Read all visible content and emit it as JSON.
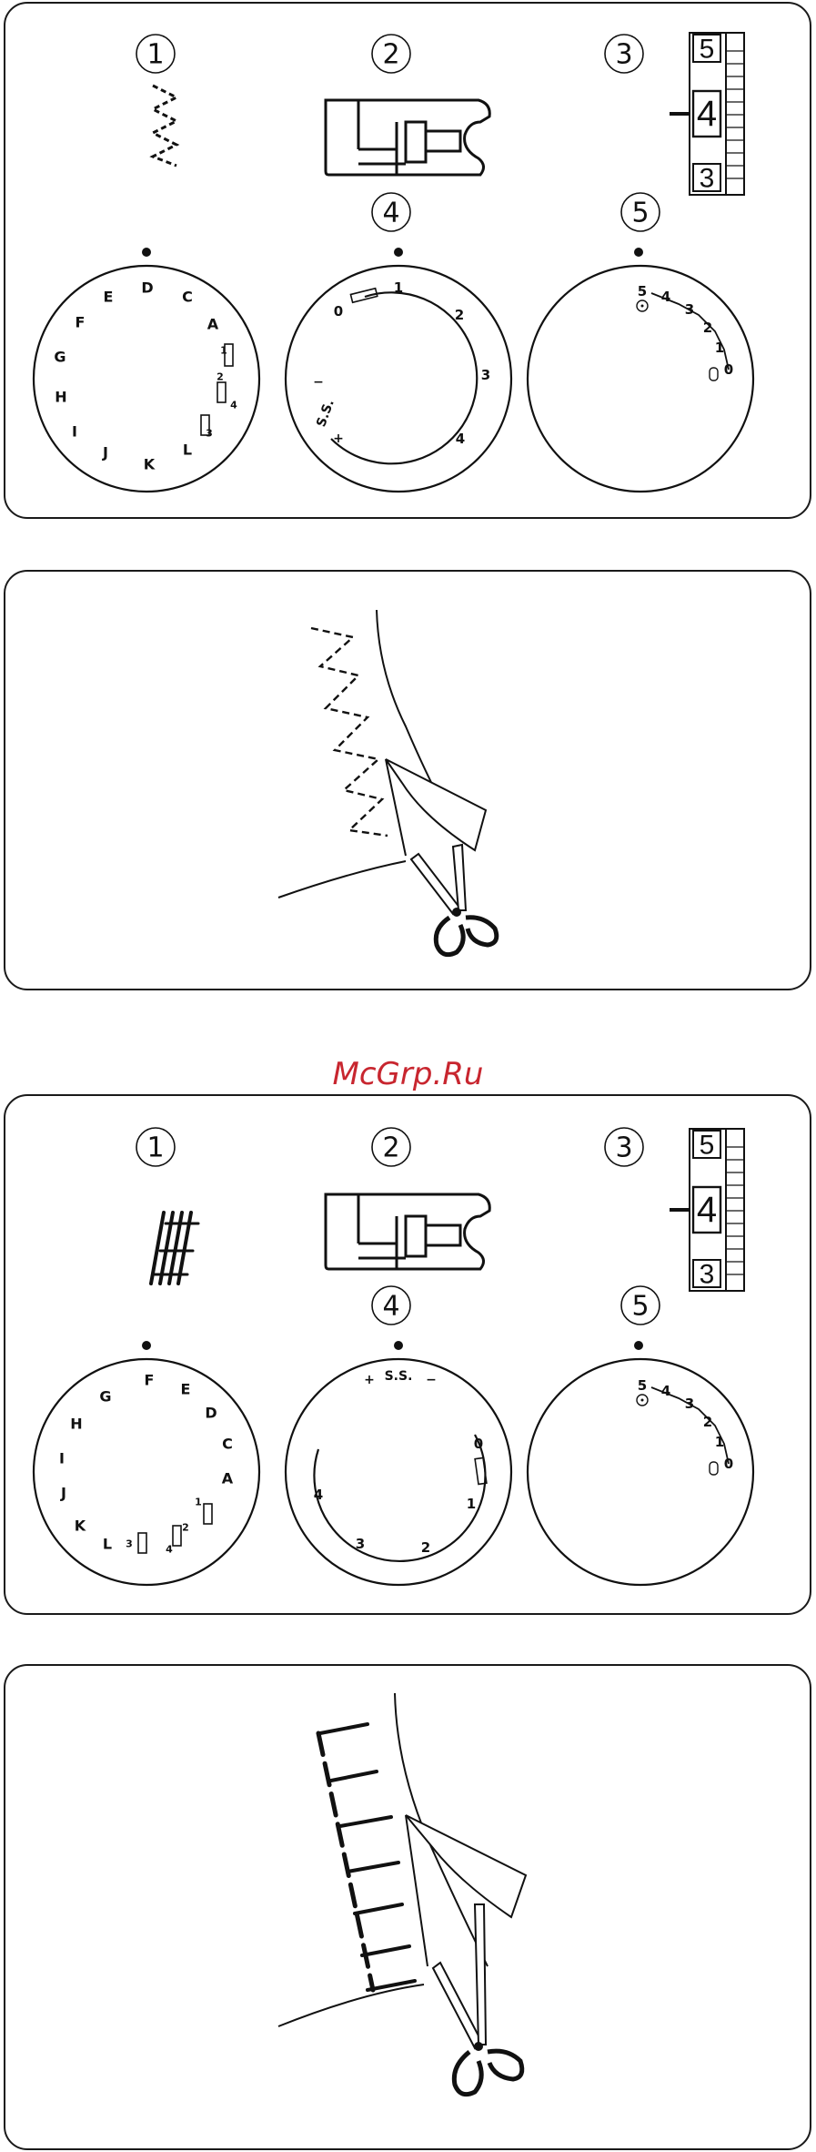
{
  "watermark": "McGrp.Ru",
  "colors": {
    "ink": "#111111",
    "watermark": "#c8262f",
    "panel_border": "#1a1a1a"
  },
  "step_numbers": [
    "1",
    "2",
    "3",
    "4",
    "5"
  ],
  "width_scale": [
    "5",
    "4",
    "3"
  ],
  "panel1": {
    "pattern_dial": [
      "D",
      "C",
      "A",
      "1",
      "2",
      "4",
      "3",
      "L",
      "K",
      "J",
      "I",
      "H",
      "G",
      "F",
      "E"
    ],
    "length_dial": [
      "0",
      "1",
      "2",
      "3",
      "4",
      "+",
      "S.S.",
      "−"
    ],
    "width_dial": [
      "5",
      "4",
      "3",
      "2",
      "1",
      "0"
    ]
  },
  "panel3": {
    "pattern_dial": [
      "F",
      "E",
      "D",
      "C",
      "A",
      "1",
      "2",
      "4",
      "3",
      "L",
      "K",
      "J",
      "I",
      "H",
      "G"
    ],
    "length_dial": [
      "+",
      "S.S.",
      "−",
      "0",
      "1",
      "2",
      "3",
      "4"
    ],
    "width_dial": [
      "5",
      "4",
      "3",
      "2",
      "1",
      "0"
    ]
  }
}
